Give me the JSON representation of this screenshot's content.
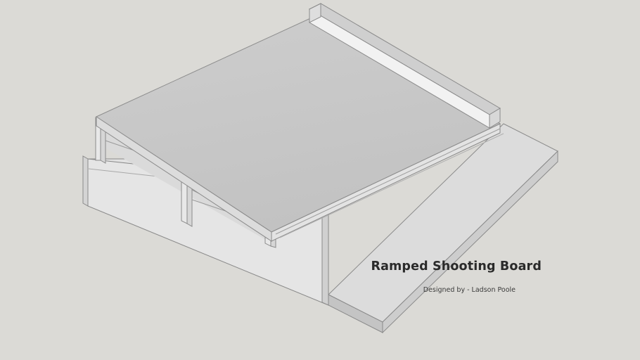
{
  "scene": {
    "background_color": "#dbdad6",
    "subject": "Ramped Shooting Board",
    "view": "isometric-3d-model"
  },
  "caption": {
    "title": "Ramped Shooting Board",
    "subtitle": "Designed by - Ladson Poole"
  },
  "palette": {
    "background": "#dbdad6",
    "ramp_top": "#c8c8c8",
    "base_top": "#dcdcdc",
    "apron_face": "#e5e5e5",
    "fence_top": "#cfcfcf",
    "fence_face": "#f2f2f2",
    "edge_line": "#8a8a8a",
    "edge_line_light": "#a8a8a8",
    "title_color": "#2a2a2a",
    "subtitle_color": "#3b3b3b"
  },
  "parts": [
    {
      "id": "base-board",
      "label": "base board"
    },
    {
      "id": "base-board-edge",
      "label": "base board front edge"
    },
    {
      "id": "front-apron",
      "label": "front apron"
    },
    {
      "id": "apron-left-end",
      "label": "apron left end"
    },
    {
      "id": "apron-right-end",
      "label": "apron right end"
    },
    {
      "id": "ramp-plate",
      "label": "ramped top plate"
    },
    {
      "id": "ramp-plate-edge",
      "label": "ramp plate front edge"
    },
    {
      "id": "support-left",
      "label": "left vertical support"
    },
    {
      "id": "support-middle",
      "label": "middle divider support"
    },
    {
      "id": "support-right",
      "label": "right vertical support"
    },
    {
      "id": "fence-rail",
      "label": "fence rail"
    }
  ]
}
